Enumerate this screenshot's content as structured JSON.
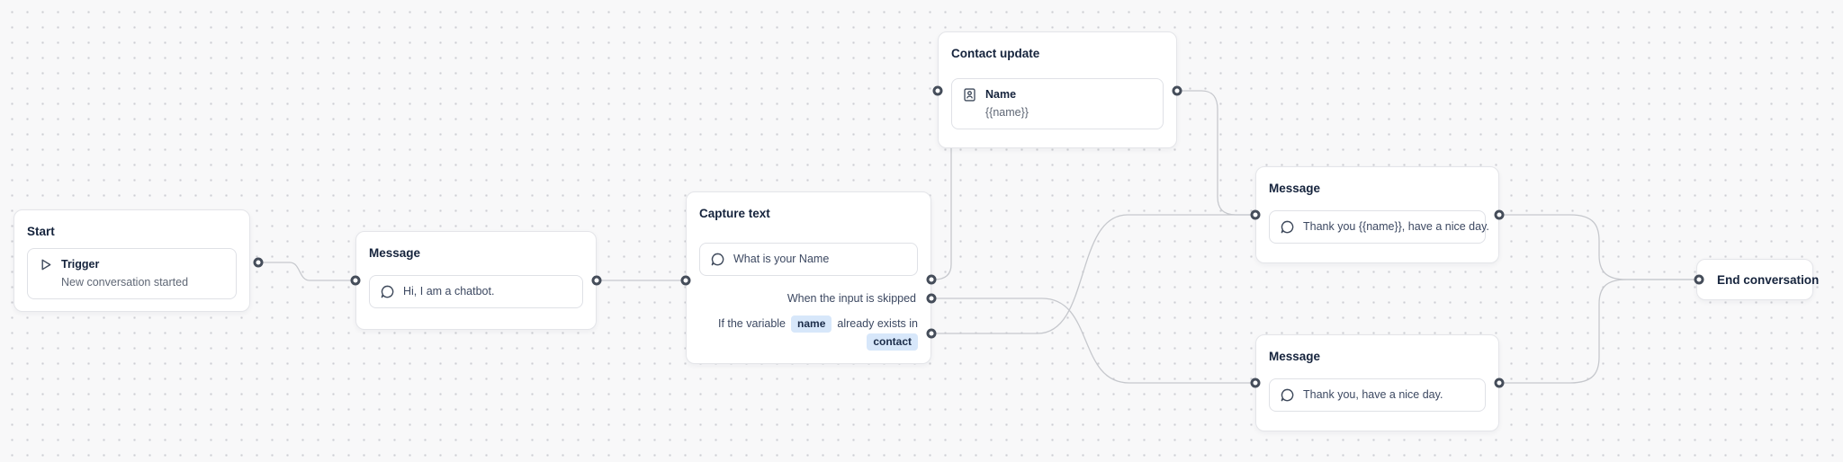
{
  "theme": {
    "canvas_bg": "#f8f8f9",
    "dot_color": "#cdced3",
    "node_bg": "#ffffff",
    "node_border": "#e4e5e9",
    "card_border": "#dfe1e6",
    "title_color": "#15233c",
    "text_color": "#3c4861",
    "muted_color": "#5f6775",
    "icon_color": "#3f4a5c",
    "edge_color": "#c6c8cd",
    "port_color": "#454d5a",
    "pill_bg": "#d7e7fa",
    "pill_text": "#1b2c49"
  },
  "nodes": {
    "start": {
      "title": "Start",
      "item": {
        "icon": "play-icon",
        "label": "Trigger",
        "description": "New conversation started"
      }
    },
    "message_intro": {
      "title": "Message",
      "text": "Hi, I am a chatbot."
    },
    "capture_text": {
      "title": "Capture text",
      "prompt": "What is your Name",
      "skipped_label": "When the input is skipped",
      "exists_condition": {
        "prefix": "If the variable",
        "variable": "name",
        "suffix": "already exists in",
        "scope": "contact"
      }
    },
    "contact_update": {
      "title": "Contact update",
      "field": {
        "icon": "contact-card-icon",
        "label": "Name",
        "value": "{{name}}"
      }
    },
    "message_thanks_name": {
      "title": "Message",
      "text": "Thank you {{name}}, have a nice day."
    },
    "message_thanks": {
      "title": "Message",
      "text": "Thank you, have a nice day."
    },
    "end": {
      "label": "End conversation"
    }
  }
}
